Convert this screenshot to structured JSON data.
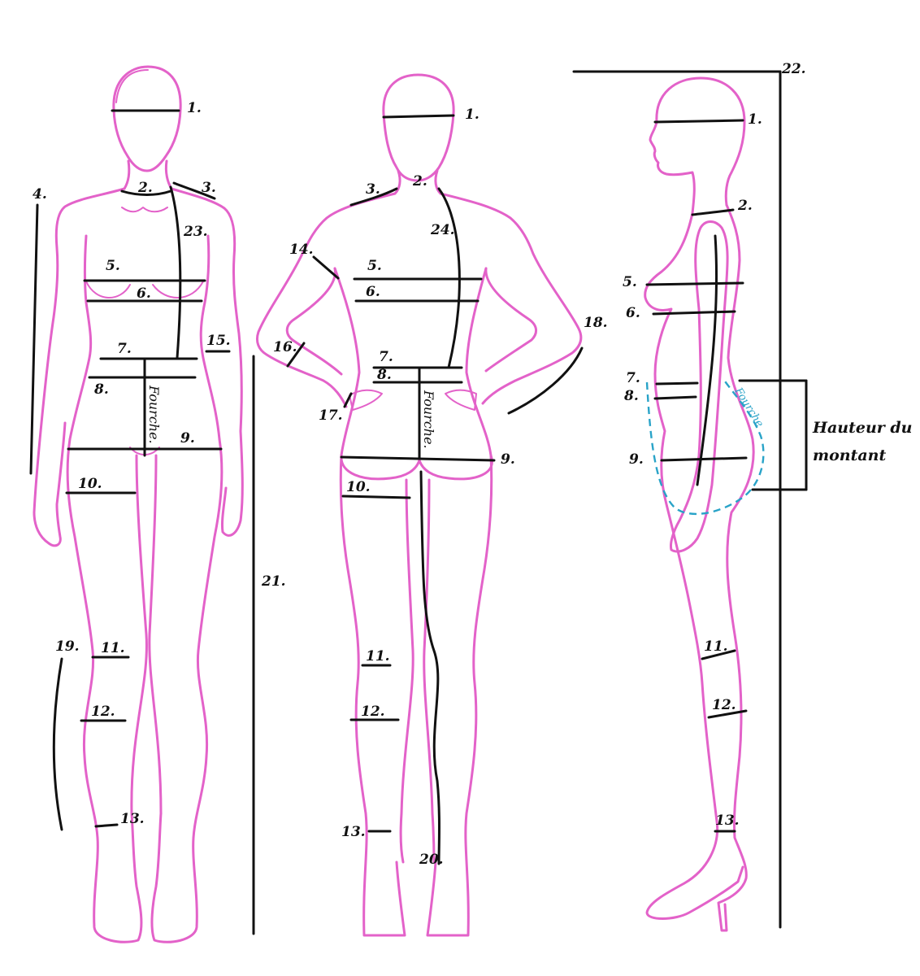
{
  "labels": {
    "n1": "1.",
    "n2": "2.",
    "n3": "3.",
    "n4": "4.",
    "n5": "5.",
    "n6": "6.",
    "n7": "7.",
    "n8": "8.",
    "n9": "9.",
    "n10": "10.",
    "n11": "11.",
    "n12": "12.",
    "n13": "13.",
    "n14": "14.",
    "n15": "15.",
    "n16": "16.",
    "n17": "17.",
    "n18": "18.",
    "n19": "19.",
    "n20": "20.",
    "n21": "21.",
    "n22": "22.",
    "n23": "23.",
    "n24": "24."
  },
  "fourche": "Fourche.",
  "fourche_side": "Fourche",
  "hauteur_line1": "Hauteur du",
  "hauteur_line2": "montant",
  "colors": {
    "figure": "#e362c9",
    "measure": "#111111",
    "crotch": "#29a3c8"
  }
}
